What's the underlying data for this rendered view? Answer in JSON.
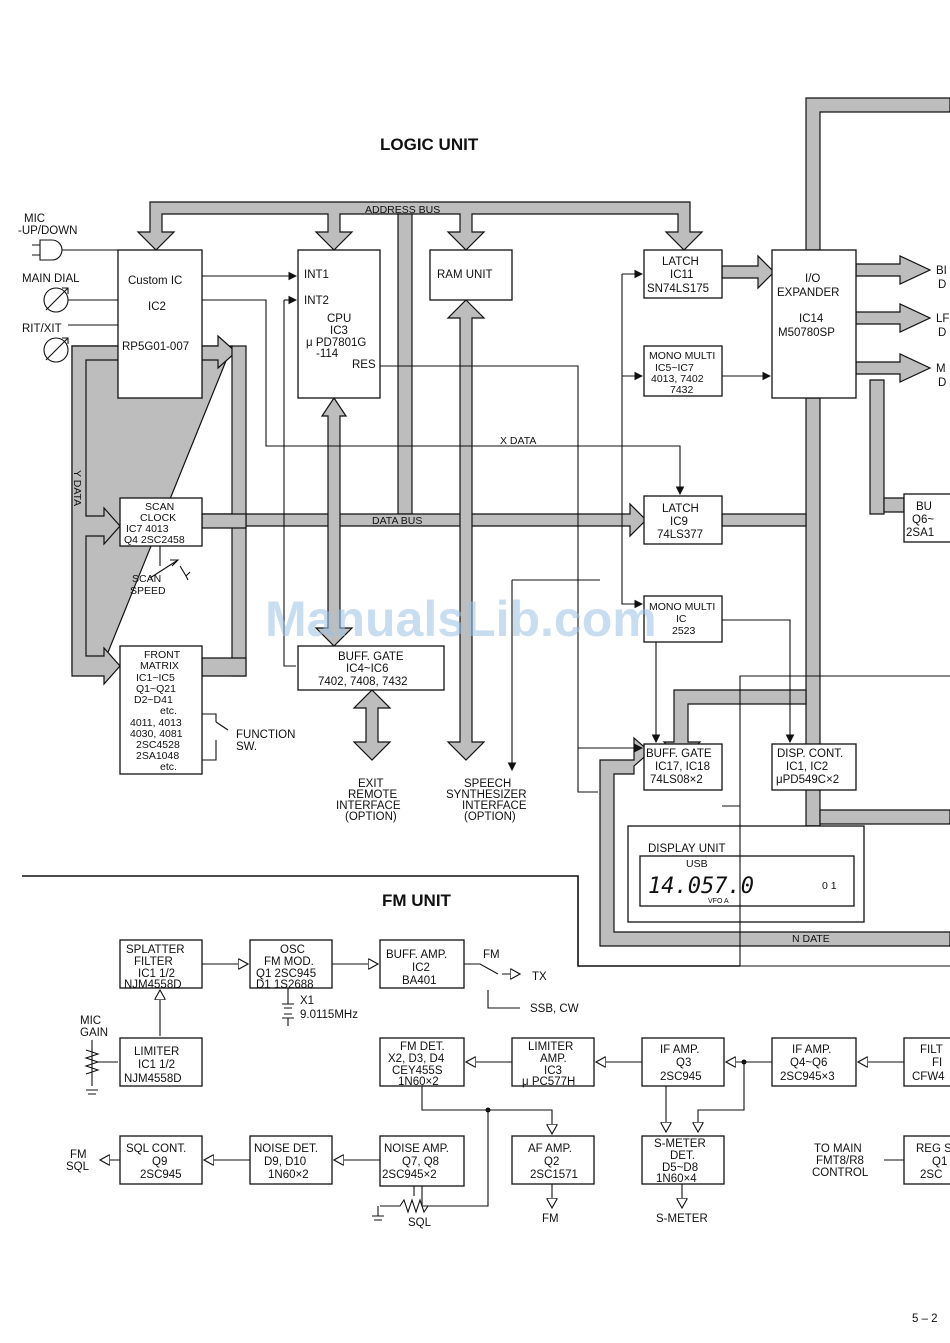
{
  "headings": {
    "logic_unit": "LOGIC UNIT",
    "fm_unit": "FM UNIT",
    "page_number": "5 – 2"
  },
  "watermark": "ManualsLib.com",
  "bus_labels": {
    "address": "ADDRESS BUS",
    "data": "DATA BUS",
    "xdata": "X DATA",
    "ydata": "Y DATA",
    "ndate": "N DATE"
  },
  "inputs": {
    "mic": [
      "MIC",
      "-UP/DOWN"
    ],
    "main_dial": "MAIN DIAL",
    "rit": "RIT/XIT"
  },
  "blocks": {
    "custom_ic": [
      "Custom IC",
      "IC2",
      "RP5G01-007"
    ],
    "cpu": [
      "CPU",
      "IC3",
      "μ PD7801G",
      "-114"
    ],
    "cpu_pins": {
      "int1": "INT1",
      "int2": "INT2",
      "res": "RES"
    },
    "ram": "RAM UNIT",
    "latch11": [
      "LATCH",
      "IC11",
      "SN74LS175"
    ],
    "mono1": [
      "MONO MULTI",
      "IC5~IC7",
      "4013, 7402",
      "7432"
    ],
    "io": [
      "I/O",
      "EXPANDER",
      "IC14",
      "M50780SP"
    ],
    "latch9": [
      "LATCH",
      "IC9",
      "74LS377"
    ],
    "scan_clock": [
      "SCAN",
      "CLOCK",
      "IC7   4013",
      "Q4  2SC2458"
    ],
    "scan_speed": [
      "SCAN",
      "SPEED"
    ],
    "front_matrix": [
      "FRONT",
      "MATRIX",
      "IC1~IC5",
      "Q1~Q21",
      "D2~D41",
      "etc.",
      "4011, 4013",
      "4030, 4081",
      "2SC4528",
      "2SA1048",
      "etc."
    ],
    "function_sw": [
      "FUNCTION",
      "SW."
    ],
    "buff_gate1": [
      "BUFF. GATE",
      "IC4~IC6",
      "7402, 7408, 7432"
    ],
    "mono2": [
      "MONO MULTI",
      "IC",
      "2523"
    ],
    "buff_gate2": [
      "BUFF. GATE",
      "IC17, IC18",
      "74LS08×2"
    ],
    "disp_cont": [
      "DISP. CONT.",
      "IC1, IC2",
      "μPD549C×2"
    ],
    "display_unit": "DISPLAY UNIT",
    "display_readout": {
      "mode": "USB",
      "freq": "14.057.0",
      "vfo": "VFO A",
      "ch": "0 1"
    },
    "exit_remote": [
      "EXIT",
      "REMOTE",
      "INTERFACE",
      "(OPTION)"
    ],
    "speech": [
      "SPEECH",
      "SYNTHESIZER",
      "INTERFACE",
      "(OPTION)"
    ],
    "right_outputs": [
      "BI",
      "D",
      "LF",
      "D",
      "M",
      "D"
    ],
    "bu_right": [
      "BU",
      "Q6~",
      "2SA1"
    ]
  },
  "fm": {
    "mic_gain": [
      "MIC",
      "GAIN"
    ],
    "splatter": [
      "SPLATTER",
      "FILTER",
      "IC1 1/2",
      "NJM4558D"
    ],
    "limiter1": [
      "LIMITER",
      "IC1 1/2",
      "NJM4558D"
    ],
    "osc": [
      "OSC",
      "FM MOD.",
      "Q1 2SC945",
      "D1 1S2688"
    ],
    "x1": [
      "X1",
      "9.0115MHz"
    ],
    "buff_amp": [
      "BUFF. AMP.",
      "IC2",
      "BA401"
    ],
    "fm_switch": "FM",
    "tx": "TX",
    "ssb_cw": "SSB, CW",
    "fm_det": [
      "FM DET.",
      "X2, D3, D4",
      "CEY455S",
      "1N60×2"
    ],
    "limiter_amp": [
      "LIMITER",
      "AMP.",
      "IC3",
      "μ PC577H"
    ],
    "if_amp1": [
      "IF AMP.",
      "Q3",
      "2SC945"
    ],
    "if_amp2": [
      "IF AMP.",
      "Q4~Q6",
      "2SC945×3"
    ],
    "filt": [
      "FILT",
      "FI",
      "CFW4"
    ],
    "sql_cont": [
      "SQL CONT.",
      "Q9",
      "2SC945"
    ],
    "noise_det": [
      "NOISE DET.",
      "D9, D10",
      "1N60×2"
    ],
    "noise_amp": [
      "NOISE AMP.",
      "Q7, Q8",
      "2SC945×2"
    ],
    "af_amp": [
      "AF AMP.",
      "Q2",
      "2SC1571"
    ],
    "smeter_det": [
      "S-METER",
      "DET.",
      "D5~D8",
      "1N60×4"
    ],
    "to_main": [
      "TO MAIN",
      "FMT8/R8",
      "CONTROL"
    ],
    "reg": [
      "REG S",
      "Q1",
      "2SC"
    ],
    "fm_sql": [
      "FM",
      "SQL"
    ],
    "sql": "SQL",
    "fm_out": "FM",
    "smeter_out": "S-METER"
  }
}
